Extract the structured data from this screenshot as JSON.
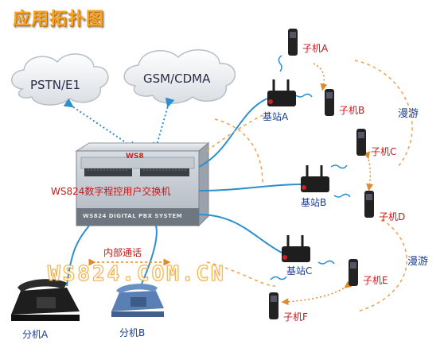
{
  "title": "应用拓扑图",
  "clouds": {
    "pstn": "PSTN/E1",
    "gsm": "GSM/CDMA"
  },
  "pbx": {
    "brand": "WS8",
    "panel_text": "WS824 DIGITAL PBX SYSTEM",
    "caption": "WS824数字程控用户交换机"
  },
  "internal_call": "内部通话",
  "extensions": {
    "a": "分机A",
    "b": "分机B"
  },
  "base_stations": {
    "a": "基站A",
    "b": "基站B",
    "c": "基站C"
  },
  "handsets": {
    "a": "子机A",
    "b": "子机B",
    "c": "子机C",
    "d": "子机D",
    "e": "子机E",
    "f": "子机F"
  },
  "roaming": {
    "top": "漫游",
    "bottom": "漫游"
  },
  "watermark": "WS824.COM.CN",
  "colors": {
    "title": "#f4a52a",
    "wire": "#2a90d0",
    "roam_arc": "#f0a050",
    "label_red": "#c81818",
    "label_blue": "#1a3e8c"
  }
}
